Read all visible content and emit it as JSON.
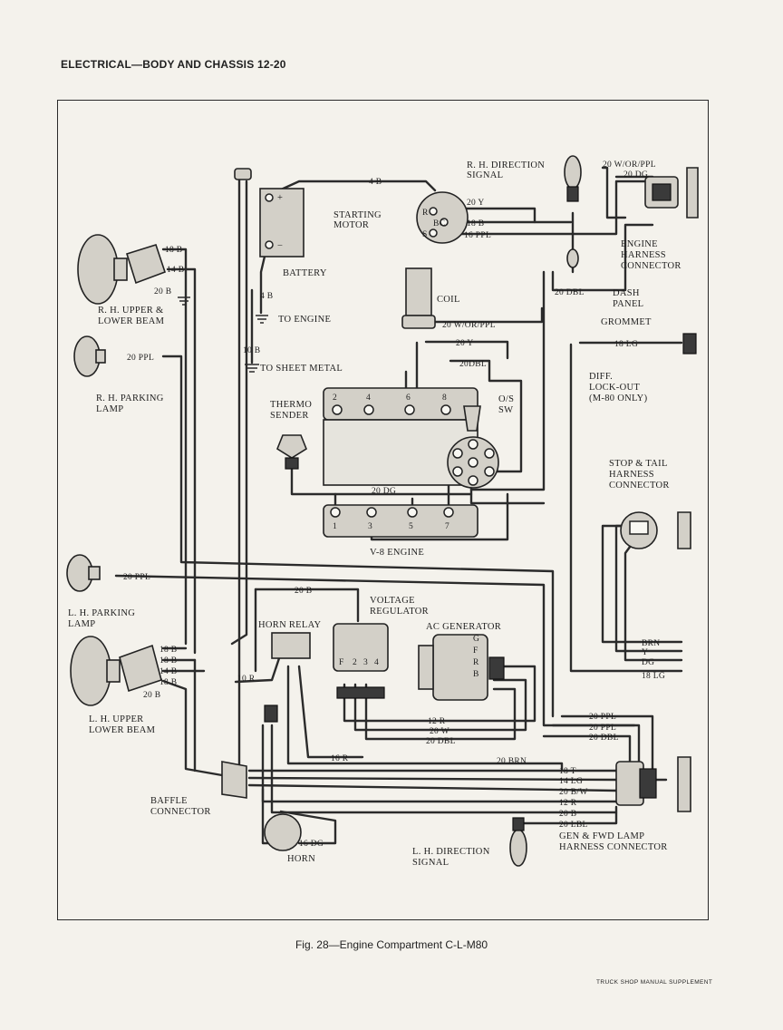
{
  "page": {
    "header": "ELECTRICAL—BODY AND CHASSIS 12-20",
    "caption": "Fig. 28—Engine Compartment C-L-M80",
    "footer": "TRUCK SHOP MANUAL SUPPLEMENT"
  },
  "components": {
    "rh_direction_signal": [
      "R. H. DIRECTION",
      "SIGNAL"
    ],
    "starting_motor": [
      "STARTING",
      "MOTOR"
    ],
    "battery": "BATTERY",
    "to_engine": "TO ENGINE",
    "to_sheet_metal": "TO SHEET METAL",
    "rh_upper_lower_beam": [
      "R. H. UPPER &",
      "LOWER BEAM"
    ],
    "rh_parking_lamp": [
      "R. H. PARKING",
      "LAMP"
    ],
    "coil": "COIL",
    "engine_harness_connector": [
      "ENGINE",
      "HARNESS",
      "CONNECTOR"
    ],
    "dash_panel": [
      "DASH",
      "PANEL"
    ],
    "grommet": "GROMMET",
    "diff_lockout": [
      "DIFF.",
      "LOCK-OUT",
      "(M-80 ONLY)"
    ],
    "thermo_sender": [
      "THERMO",
      "SENDER"
    ],
    "os_sw": [
      "O/S",
      "SW"
    ],
    "v8_engine": "V-8 ENGINE",
    "stop_tail_harness_connector": [
      "STOP & TAIL",
      "HARNESS",
      "CONNECTOR"
    ],
    "lh_parking_lamp": [
      "L. H. PARKING",
      "LAMP"
    ],
    "voltage_regulator": [
      "VOLTAGE",
      "REGULATOR"
    ],
    "horn_relay": "HORN RELAY",
    "ac_generator": "AC GENERATOR",
    "lh_upper_lower_beam": [
      "L. H. UPPER",
      "LOWER BEAM"
    ],
    "baffle_connector": [
      "BAFFLE",
      "CONNECTOR"
    ],
    "horn": "HORN",
    "lh_direction_signal": [
      "L. H. DIRECTION",
      "SIGNAL"
    ],
    "gen_fwd_lamp_connector": [
      "GEN & FWD LAMP",
      "HARNESS CONNECTOR"
    ]
  },
  "terminals": {
    "starter": [
      "R",
      "BC",
      "S"
    ],
    "generator": [
      "G",
      "F",
      "R",
      "B"
    ],
    "regulator": [
      "F",
      "2",
      "3",
      "4"
    ],
    "engine_top": [
      "2",
      "4",
      "6",
      "8"
    ],
    "engine_bottom": [
      "1",
      "3",
      "5",
      "7"
    ]
  },
  "wires": {
    "w4b_top": "4 B",
    "w20y_top": "20 Y",
    "w18b_starter": "18 B",
    "w16ppl_starter": "16 PPL",
    "w20worppl_top": "20 W/OR/PPL",
    "w20dg_top": "20 DG",
    "w4b_batt": "4 B",
    "w10b": "10 B",
    "w18b_rh": "18 B",
    "w14b_rh": "14 B",
    "w20b_rh": "20 B",
    "w20ppl_rhpark": "20 PPL",
    "w20dbl_coil": "20 DBL",
    "w20worppl_coil": "20 W/OR/PPL",
    "w20y_coil": "20 Y",
    "w18lg_dash": "18 LG",
    "w20dbl_eng": "20DBL",
    "w20dg_eng": "20 DG",
    "w20ppl_lhpark": "20 PPL",
    "w20b_reg": "20 B",
    "w18b_lh1": "18 B",
    "w18b_lh2": "18 B",
    "w14b_lh": "14 B",
    "w18b_lh3": "18 B",
    "w20b_lh": "20 B",
    "w10r": "10 R",
    "w12r_mid": "12 R",
    "w20w_mid": "20 W",
    "w20dbl_mid": "20 DBL",
    "w16r": "16 R",
    "w20brn": "20 BRN",
    "w16dg": "16 DG",
    "w_brn": "BRN",
    "w_y": "Y",
    "w_dg": "DG",
    "w18lg_st": "18 LG",
    "w20ppl_r1": "20 PPL",
    "w20ppl_r2": "20 PPL",
    "w20dbl_r": "20 DBL",
    "w18t": "18 T",
    "w14lg": "14 LG",
    "w20bw": "20 B/W",
    "w12r_r": "12 R",
    "w20b_r": "20 B",
    "w20lbl": "20 LBL"
  }
}
